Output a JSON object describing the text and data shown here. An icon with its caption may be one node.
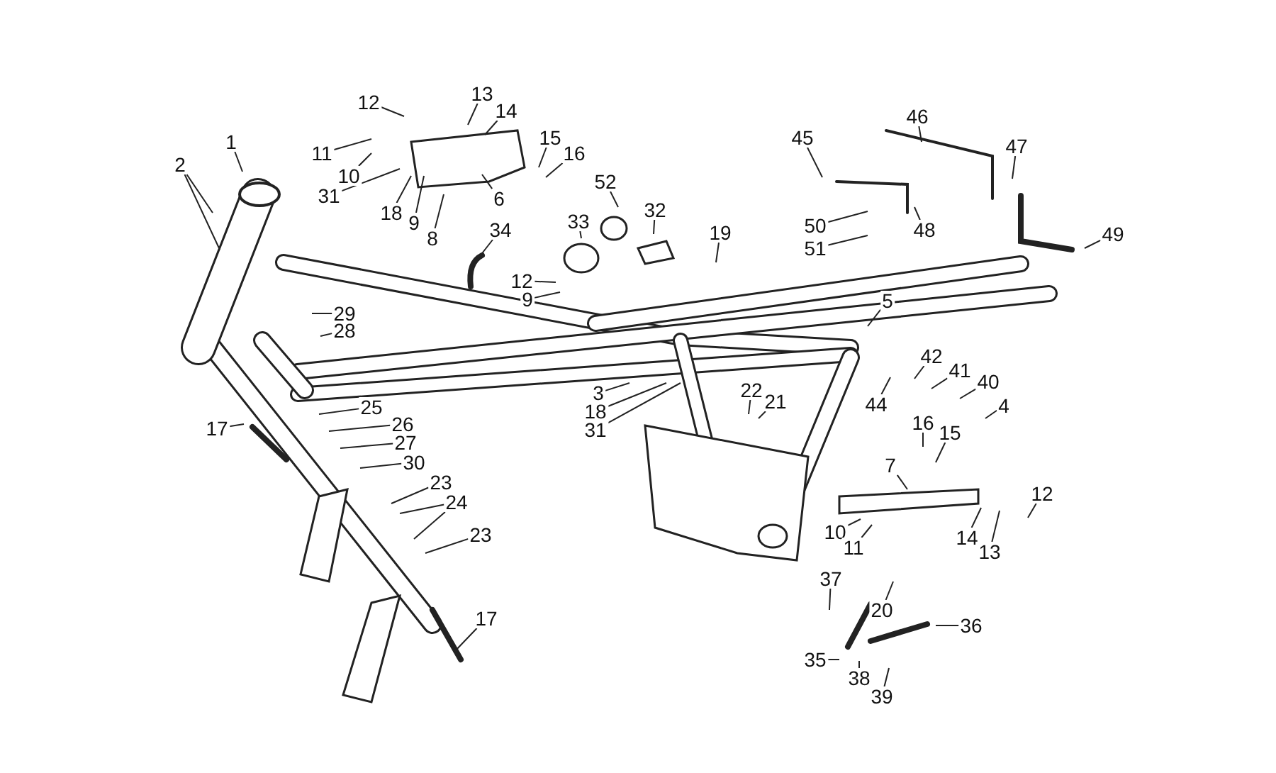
{
  "diagram": {
    "nodes": [
      {
        "text": [
          "13"
        ]
      },
      {
        "text": [
          "12"
        ]
      },
      {
        "text": [
          "14"
        ]
      },
      {
        "text": [
          "46"
        ]
      },
      {
        "text": [
          "45"
        ]
      },
      {
        "text": [
          "15"
        ]
      },
      {
        "text": [
          "1"
        ]
      },
      {
        "text": [
          "47"
        ]
      },
      {
        "text": [
          "11"
        ]
      },
      {
        "text": [
          "16"
        ]
      },
      {
        "text": [
          "2"
        ]
      },
      {
        "text": [
          "10"
        ]
      },
      {
        "text": [
          "52"
        ]
      },
      {
        "text": [
          "31"
        ]
      },
      {
        "text": [
          "6"
        ]
      },
      {
        "text": [
          "18"
        ]
      },
      {
        "text": [
          "33"
        ]
      },
      {
        "text": [
          "32"
        ]
      },
      {
        "text": [
          "9"
        ]
      },
      {
        "text": [
          "48"
        ]
      },
      {
        "text": [
          "50"
        ]
      },
      {
        "text": [
          "34"
        ]
      },
      {
        "text": [
          "19"
        ]
      },
      {
        "text": [
          "49"
        ]
      },
      {
        "text": [
          "8"
        ]
      },
      {
        "text": [
          "51"
        ]
      },
      {
        "text": [
          "12"
        ]
      },
      {
        "text": [
          "9"
        ]
      },
      {
        "text": [
          "5"
        ]
      },
      {
        "text": [
          "29"
        ]
      },
      {
        "text": [
          "28"
        ]
      },
      {
        "text": [
          "42"
        ]
      },
      {
        "text": [
          "41"
        ]
      },
      {
        "text": [
          "40"
        ]
      },
      {
        "text": [
          "22"
        ]
      },
      {
        "text": [
          "3"
        ]
      },
      {
        "text": [
          "21"
        ]
      },
      {
        "text": [
          "44"
        ]
      },
      {
        "text": [
          "4"
        ]
      },
      {
        "text": [
          "25"
        ]
      },
      {
        "text": [
          "18"
        ]
      },
      {
        "text": [
          "16"
        ]
      },
      {
        "text": [
          "26"
        ]
      },
      {
        "text": [
          "17"
        ]
      },
      {
        "text": [
          "31"
        ]
      },
      {
        "text": [
          "15"
        ]
      },
      {
        "text": [
          "27"
        ]
      },
      {
        "text": [
          "30"
        ]
      },
      {
        "text": [
          "7"
        ]
      },
      {
        "text": [
          "23"
        ]
      },
      {
        "text": [
          "12"
        ]
      },
      {
        "text": [
          "24"
        ]
      },
      {
        "text": [
          "10"
        ]
      },
      {
        "text": [
          "23"
        ]
      },
      {
        "text": [
          "14"
        ]
      },
      {
        "text": [
          "11"
        ]
      },
      {
        "text": [
          "13"
        ]
      },
      {
        "text": [
          "37"
        ]
      },
      {
        "text": [
          "20"
        ]
      },
      {
        "text": [
          "17"
        ]
      },
      {
        "text": [
          "36"
        ]
      },
      {
        "text": [
          "35"
        ]
      },
      {
        "text": [
          "38"
        ]
      },
      {
        "text": [
          "39"
        ]
      }
    ],
    "edges": [
      {
        "from": 0,
        "to": null,
        "arrow": "none"
      },
      {
        "from": 1,
        "to": null,
        "arrow": "none"
      },
      {
        "from": 2,
        "to": null,
        "arrow": "none"
      },
      {
        "from": 3,
        "to": null,
        "arrow": "none"
      },
      {
        "from": 4,
        "to": null,
        "arrow": "none"
      },
      {
        "from": 5,
        "to": null,
        "arrow": "none"
      },
      {
        "from": 6,
        "to": null,
        "arrow": "none"
      },
      {
        "from": 7,
        "to": null,
        "arrow": "none"
      },
      {
        "from": 8,
        "to": null,
        "arrow": "none"
      },
      {
        "from": 9,
        "to": null,
        "arrow": "none"
      },
      {
        "from": 10,
        "to": null,
        "arrow": "none"
      },
      {
        "from": 11,
        "to": null,
        "arrow": "none"
      },
      {
        "from": 12,
        "to": null,
        "arrow": "none"
      },
      {
        "from": 13,
        "to": null,
        "arrow": "none"
      },
      {
        "from": 14,
        "to": null,
        "arrow": "none"
      },
      {
        "from": 15,
        "to": null,
        "arrow": "none"
      },
      {
        "from": 16,
        "to": null,
        "arrow": "none"
      },
      {
        "from": 17,
        "to": null,
        "arrow": "none"
      },
      {
        "from": 18,
        "to": null,
        "arrow": "none"
      },
      {
        "from": 19,
        "to": null,
        "arrow": "none"
      },
      {
        "from": 20,
        "to": null,
        "arrow": "none"
      },
      {
        "from": 21,
        "to": null,
        "arrow": "none"
      },
      {
        "from": 22,
        "to": null,
        "arrow": "none"
      },
      {
        "from": 23,
        "to": null,
        "arrow": "none"
      },
      {
        "from": 24,
        "to": null,
        "arrow": "none"
      },
      {
        "from": 25,
        "to": null,
        "arrow": "none"
      },
      {
        "from": 26,
        "to": null,
        "arrow": "none"
      },
      {
        "from": 27,
        "to": null,
        "arrow": "none"
      },
      {
        "from": 28,
        "to": null,
        "arrow": "none"
      },
      {
        "from": 29,
        "to": null,
        "arrow": "none"
      },
      {
        "from": 30,
        "to": null,
        "arrow": "none"
      },
      {
        "from": 31,
        "to": null,
        "arrow": "none"
      },
      {
        "from": 32,
        "to": null,
        "arrow": "none"
      },
      {
        "from": 33,
        "to": null,
        "arrow": "none"
      },
      {
        "from": 34,
        "to": null,
        "arrow": "none"
      },
      {
        "from": 35,
        "to": null,
        "arrow": "none"
      },
      {
        "from": 36,
        "to": null,
        "arrow": "none"
      },
      {
        "from": 37,
        "to": null,
        "arrow": "none"
      },
      {
        "from": 38,
        "to": null,
        "arrow": "none"
      },
      {
        "from": 39,
        "to": null,
        "arrow": "none"
      },
      {
        "from": 40,
        "to": null,
        "arrow": "none"
      },
      {
        "from": 41,
        "to": null,
        "arrow": "none"
      },
      {
        "from": 42,
        "to": null,
        "arrow": "none"
      },
      {
        "from": 43,
        "to": null,
        "arrow": "none"
      },
      {
        "from": 44,
        "to": null,
        "arrow": "none"
      },
      {
        "from": 45,
        "to": null,
        "arrow": "none"
      },
      {
        "from": 46,
        "to": null,
        "arrow": "none"
      },
      {
        "from": 47,
        "to": null,
        "arrow": "none"
      },
      {
        "from": 48,
        "to": null,
        "arrow": "none"
      },
      {
        "from": 49,
        "to": null,
        "arrow": "none"
      },
      {
        "from": 50,
        "to": null,
        "arrow": "none"
      },
      {
        "from": 51,
        "to": null,
        "arrow": "none"
      },
      {
        "from": 52,
        "to": null,
        "arrow": "none"
      },
      {
        "from": 53,
        "to": null,
        "arrow": "none"
      },
      {
        "from": 54,
        "to": null,
        "arrow": "none"
      },
      {
        "from": 55,
        "to": null,
        "arrow": "none"
      },
      {
        "from": 56,
        "to": null,
        "arrow": "none"
      },
      {
        "from": 57,
        "to": null,
        "arrow": "none"
      },
      {
        "from": 58,
        "to": null,
        "arrow": "none"
      },
      {
        "from": 59,
        "to": null,
        "arrow": "none"
      },
      {
        "from": 60,
        "to": null,
        "arrow": "none"
      },
      {
        "from": 61,
        "to": null,
        "arrow": "none"
      },
      {
        "from": 62,
        "to": null,
        "arrow": "none"
      },
      {
        "from": 63,
        "to": null,
        "arrow": "none"
      },
      {
        "from": 10,
        "to": null,
        "arrow": "none"
      },
      {
        "from": 51,
        "to": null,
        "arrow": "none"
      }
    ]
  }
}
